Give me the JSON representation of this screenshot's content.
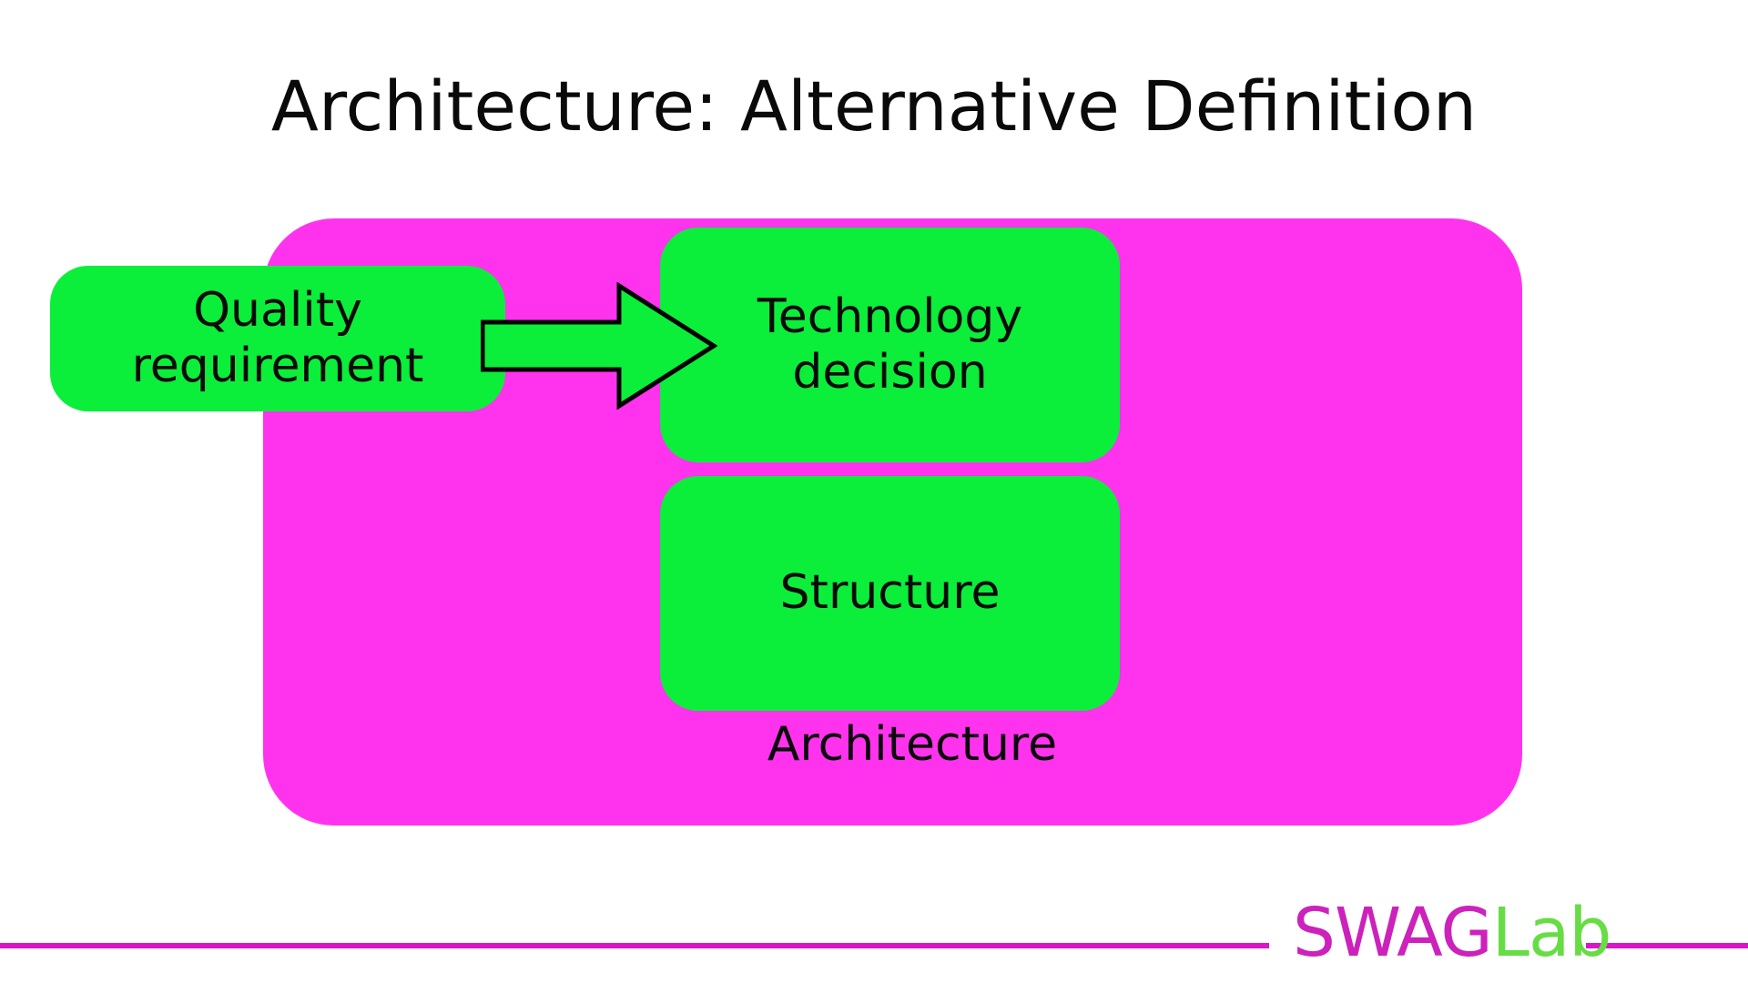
{
  "slide": {
    "title": "Architecture: Alternative Definition",
    "background_color": "#FFFFFF"
  },
  "diagram": {
    "type": "containment-flow",
    "container": {
      "name": "Architecture",
      "label": "Architecture",
      "fill_color": "#FF33EE",
      "contains": [
        "Technology decision",
        "Structure"
      ]
    },
    "nodes": [
      {
        "id": "quality-requirement",
        "label": "Quality requirement",
        "line1": "Quality",
        "line2": "requirement",
        "fill_color": "#0BEE3A",
        "inside_container": false
      },
      {
        "id": "technology-decision",
        "label": "Technology decision",
        "line1": "Technology",
        "line2": "decision",
        "fill_color": "#0BEE3A",
        "inside_container": true
      },
      {
        "id": "structure",
        "label": "Structure",
        "line1": "Structure",
        "line2": "",
        "fill_color": "#0BEE3A",
        "inside_container": true
      }
    ],
    "edges": [
      {
        "id": "qr-to-td",
        "from": "quality-requirement",
        "to": "technology-decision",
        "style": "block-arrow",
        "direction": "right",
        "fill_color": "#0BEE3A",
        "stroke_color": "#000000"
      }
    ]
  },
  "footer": {
    "brand_swag": "SWAG",
    "brand_lab": "Lab",
    "brand_full": "SWAGLab",
    "rule_color": "#D916C8",
    "swag_color": "#CC22BB",
    "lab_color": "#66DD44"
  }
}
